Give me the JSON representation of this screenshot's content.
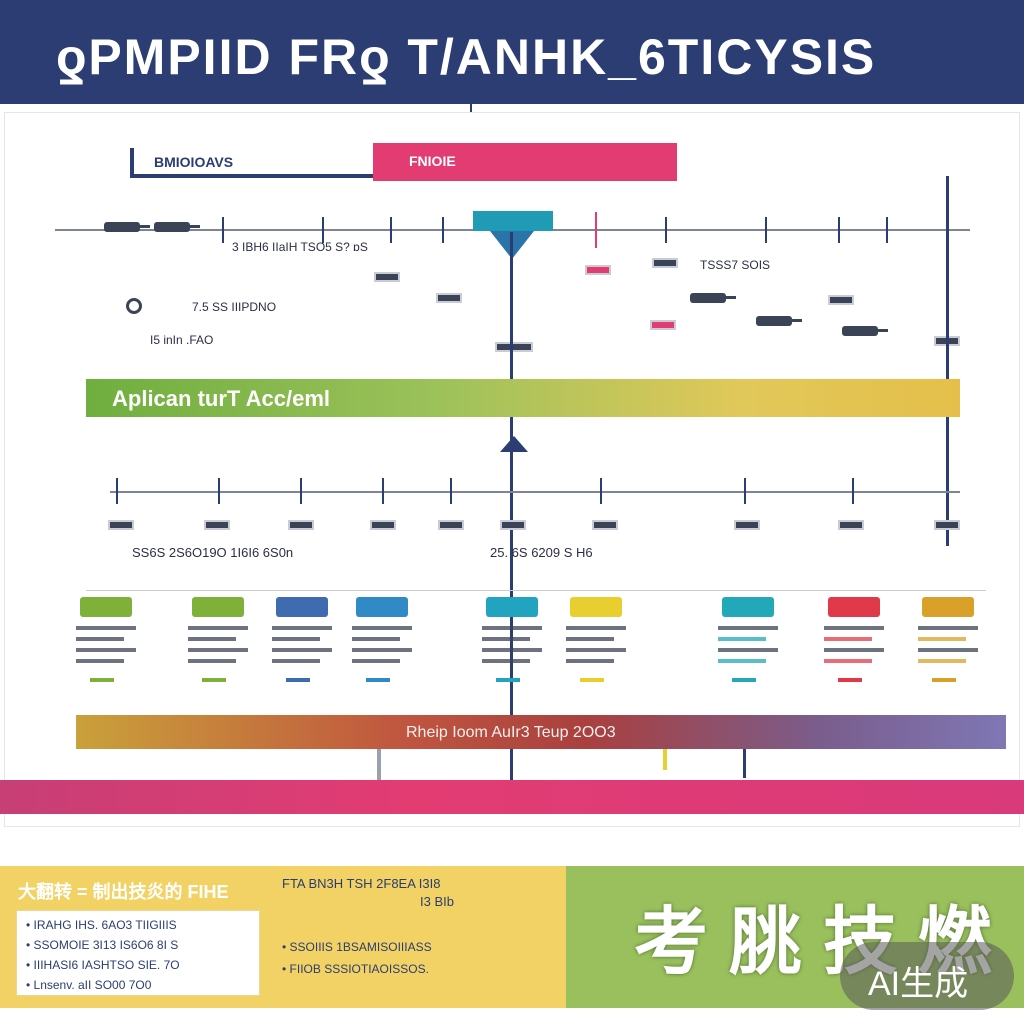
{
  "header": {
    "title": "ƍPMPIID FRƍ T/ANHK_6TICYSIS"
  },
  "legend": {
    "left_label": "BMIOIOAVS",
    "right_label": "FNIOIE"
  },
  "top_timeline": {
    "labels": [
      "3 IBH6 IIaIH TSO5 S? ɒS",
      "7.5 SS IIIPDNO",
      "I5 inIn .FAO",
      "TSSS7 SOIS"
    ]
  },
  "application_band": {
    "label": "Aplican turT Acc/eml"
  },
  "mid_timeline": {
    "labels": [
      "SS6S 2S6O19O 1I6I6 6S0n",
      "25. 6S 6209 S H6"
    ]
  },
  "cards": [
    {
      "color": "#7fb13a"
    },
    {
      "color": "#7fb13a"
    },
    {
      "color": "#3f6cb0"
    },
    {
      "color": "#2f8ac6"
    },
    {
      "color": "#22a3c0"
    },
    {
      "color": "#e8cf2f"
    },
    {
      "color": "#22a8b8"
    },
    {
      "color": "#e03a4a"
    },
    {
      "color": "#d9a12a"
    }
  ],
  "results_band": {
    "label": "Rheip Ioom AuIr3 Teup 2OO3"
  },
  "bottom_left": {
    "title": "大翻转 = 制出技炎的 FIHE",
    "lines": [
      "• IRAHG IHS. 6AO3 TIIGIIIS",
      "• SSOMOIE 3I13 IS6O6 8I S",
      "• IIIHASI6 IASHTSO SIE. 7O",
      "• Lnsenv. aII SO00 7O0"
    ],
    "right_title": "FTA BN3H TSH 2F8EA I3I8",
    "right_sub": "I3 BIb",
    "right_lines": [
      "• SSOIIIS 1BSAMISOIIIASS",
      "• FIIOB SSSIOTIAOISSOS."
    ]
  },
  "bottom_right": {
    "title": "考 脁 技 燃"
  },
  "watermark": {
    "label": "AI生成"
  },
  "colors": {
    "header": "#2b3d72",
    "pink": "#e23c73",
    "green": "#9ac05e",
    "yellow": "#f2d264"
  }
}
